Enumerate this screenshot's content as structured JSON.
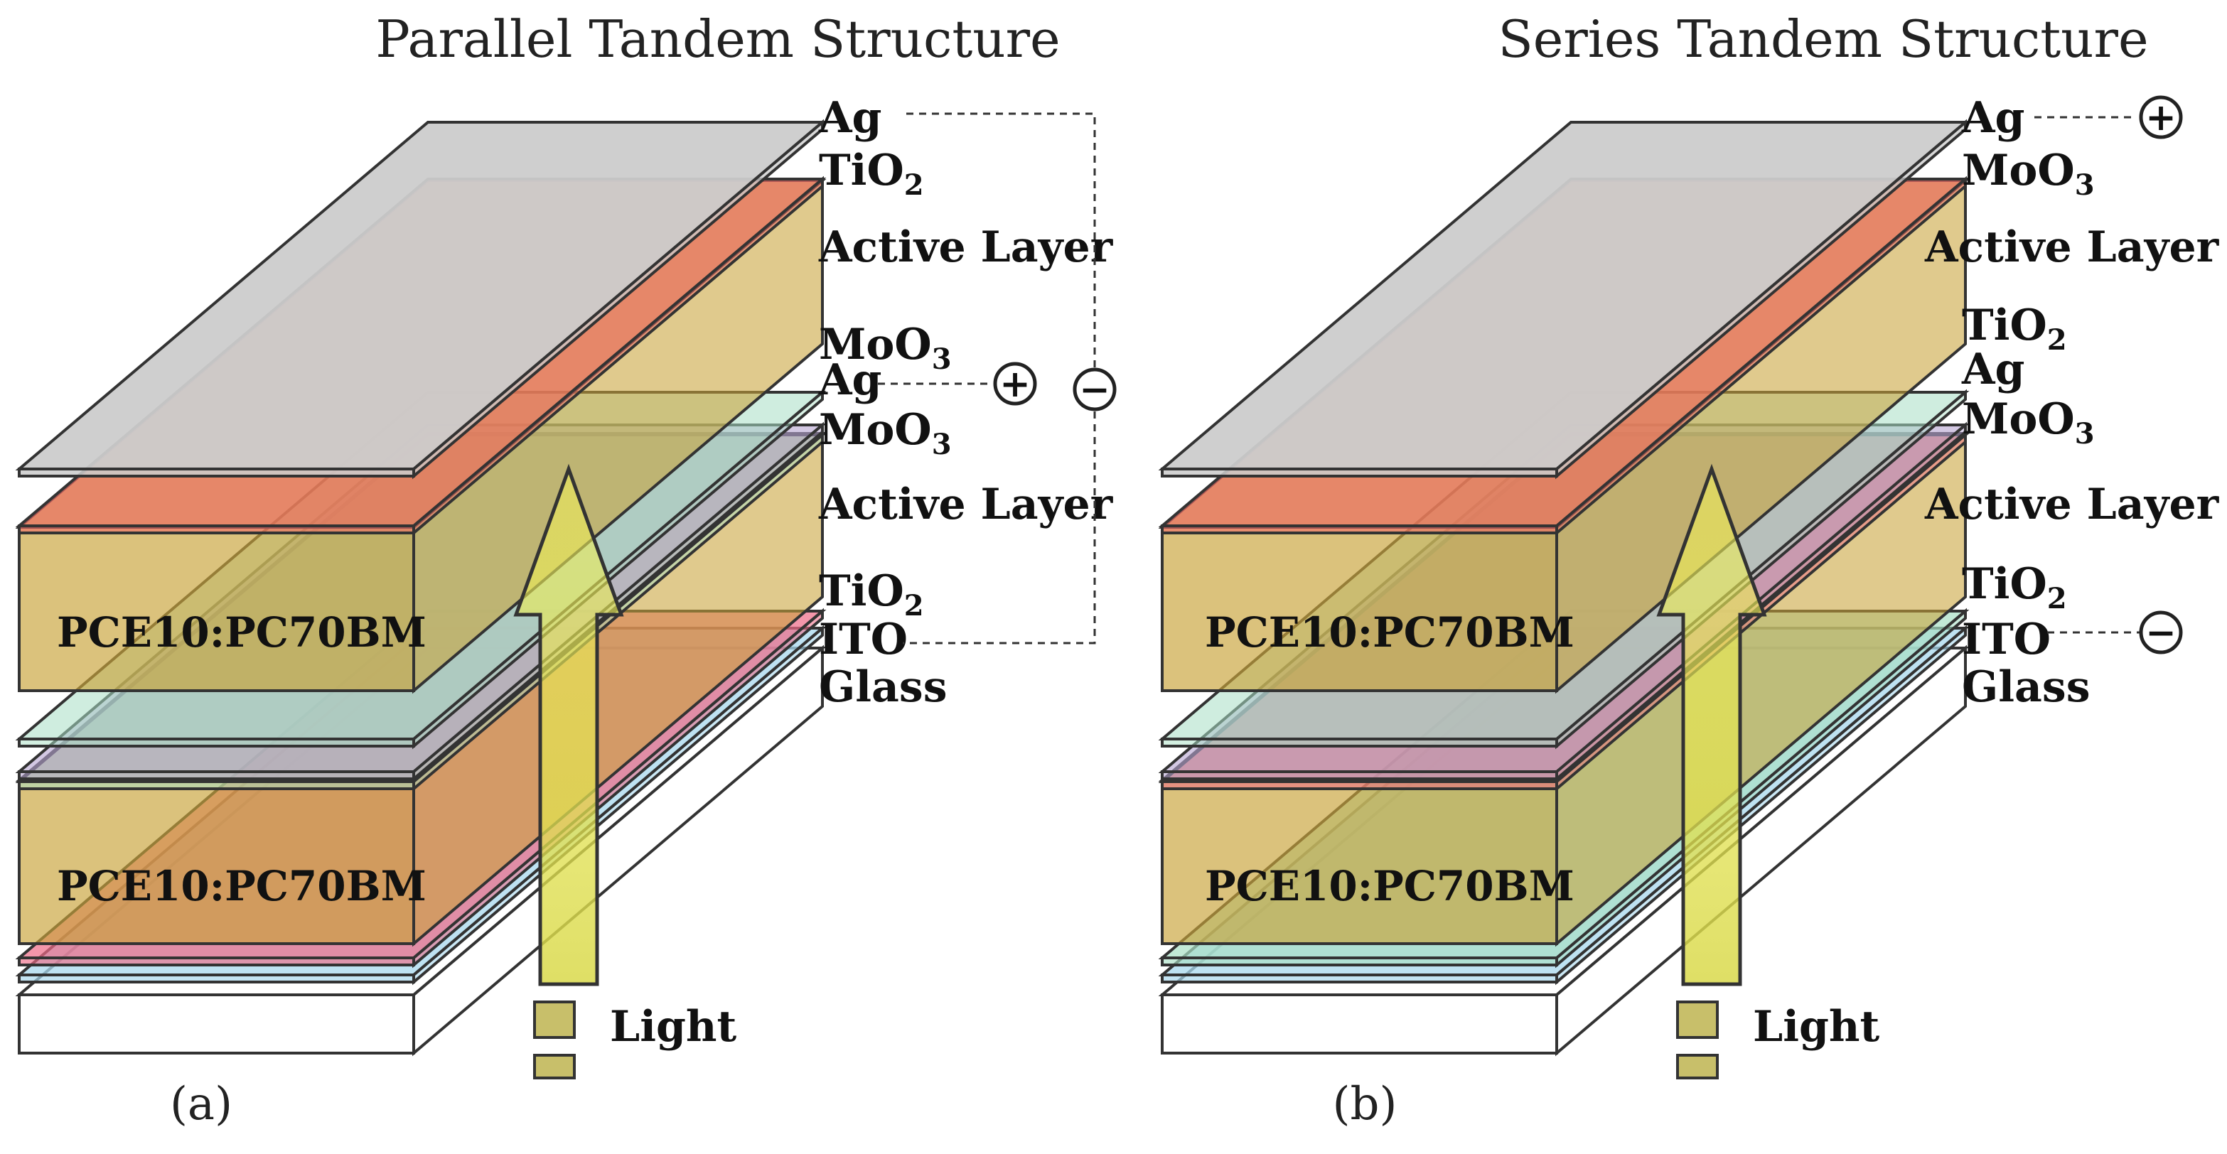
{
  "panels": [
    {
      "title": "Parallel Tandem Structure",
      "caption": "(a)",
      "material_top": "PCE10:PC70BM",
      "material_bottom": "PCE10:PC70BM",
      "light_label": "Light",
      "labels": {
        "ag_top": "Ag",
        "l2": "TiO",
        "l2_sub": "2",
        "active_top": "Active Layer",
        "l4": "MoO",
        "l4_sub": "3",
        "ag_mid": "Ag",
        "l6": "MoO",
        "l6_sub": "3",
        "active_bottom": "Active Layer",
        "l8": "TiO",
        "l8_sub": "2",
        "ito": "ITO",
        "glass": "Glass"
      },
      "terminals": {
        "ag_mid": "+",
        "outer": "−"
      },
      "layer_colors": {
        "ag": "#cccccc",
        "top_thin": "#ee6a66",
        "active": "#c9a33a",
        "mid1": "#a8dfc4",
        "mid2": "#b5a3d0",
        "mid3": "#a8dfc4",
        "bottom_thin": "#ee6a86",
        "ito": "#a8d8ee",
        "glass": "#ffffff"
      }
    },
    {
      "title": "Series Tandem Structure",
      "caption": "(b)",
      "material_top": "PCE10:PC70BM",
      "material_bottom": "PCE10:PC70BM",
      "light_label": "Light",
      "labels": {
        "ag_top": "Ag",
        "l2": "MoO",
        "l2_sub": "3",
        "active_top": "Active Layer",
        "l4": "TiO",
        "l4_sub": "2",
        "ag_mid": "Ag",
        "l6": "MoO",
        "l6_sub": "3",
        "active_bottom": "Active Layer",
        "l8": "TiO",
        "l8_sub": "2",
        "ito": "ITO",
        "glass": "Glass"
      },
      "terminals": {
        "ag_top": "+",
        "ito": "−"
      },
      "layer_colors": {
        "ag": "#cccccc",
        "top_thin": "#ee6a66",
        "active": "#c9a33a",
        "mid1": "#a8dfc4",
        "mid2": "#b5a3d0",
        "mid3": "#ee6a86",
        "bottom_thin": "#a8dfc4",
        "ito": "#a8d8ee",
        "glass": "#ffffff"
      }
    }
  ],
  "colors": {
    "arrow_fill": "#e6e64a",
    "arrow_stroke": "#333333",
    "light_square": "#c8bf6a"
  }
}
